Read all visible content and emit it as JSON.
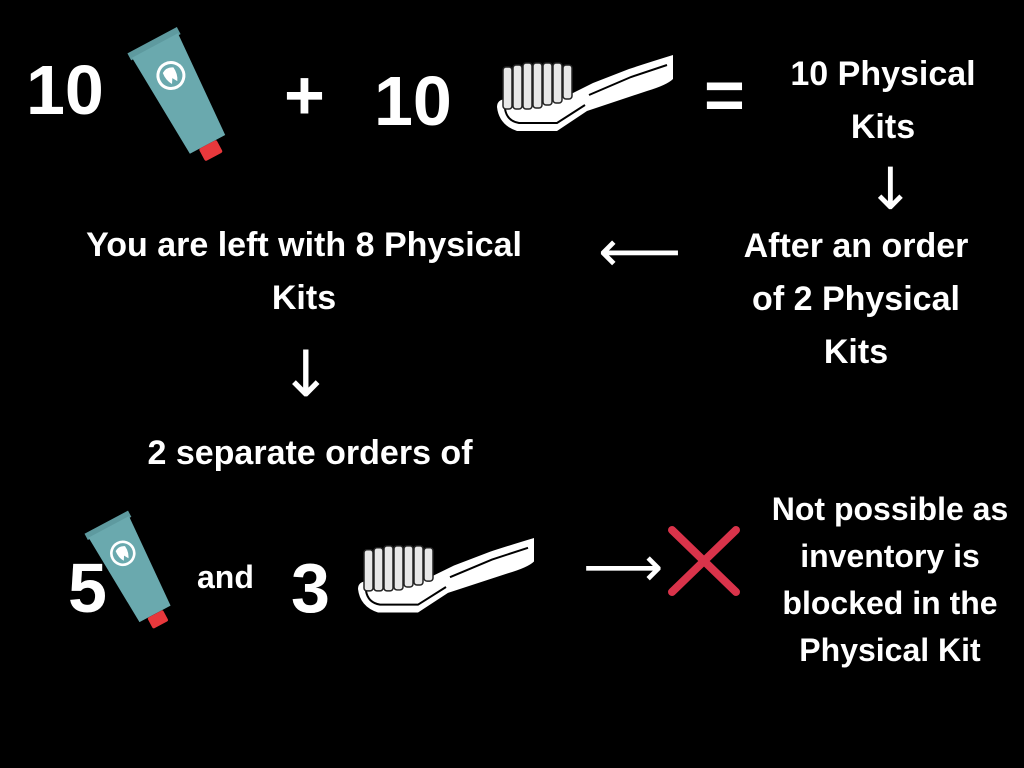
{
  "row1": {
    "qty_paste": "10",
    "plus": "+",
    "qty_brush": "10",
    "equals": "=",
    "result": [
      "10 Physical",
      "Kits"
    ]
  },
  "step2": [
    "After an order",
    "of 2 Physical",
    "Kits"
  ],
  "step3": [
    "You are left with 8 Physical",
    "Kits"
  ],
  "step4": "2 separate orders of",
  "row5": {
    "qty_paste": "5",
    "and": "and",
    "qty_brush": "3"
  },
  "outcome": [
    "Not possible as",
    "inventory is",
    "blocked in the",
    "Physical Kit"
  ],
  "icons": {
    "paste": "toothpaste-icon",
    "brush": "toothbrush-icon",
    "cross": "cross-icon"
  },
  "colors": {
    "background": "#000000",
    "tube": "#6aa9ae",
    "cap": "#e8383c",
    "cross": "#d9334a"
  }
}
